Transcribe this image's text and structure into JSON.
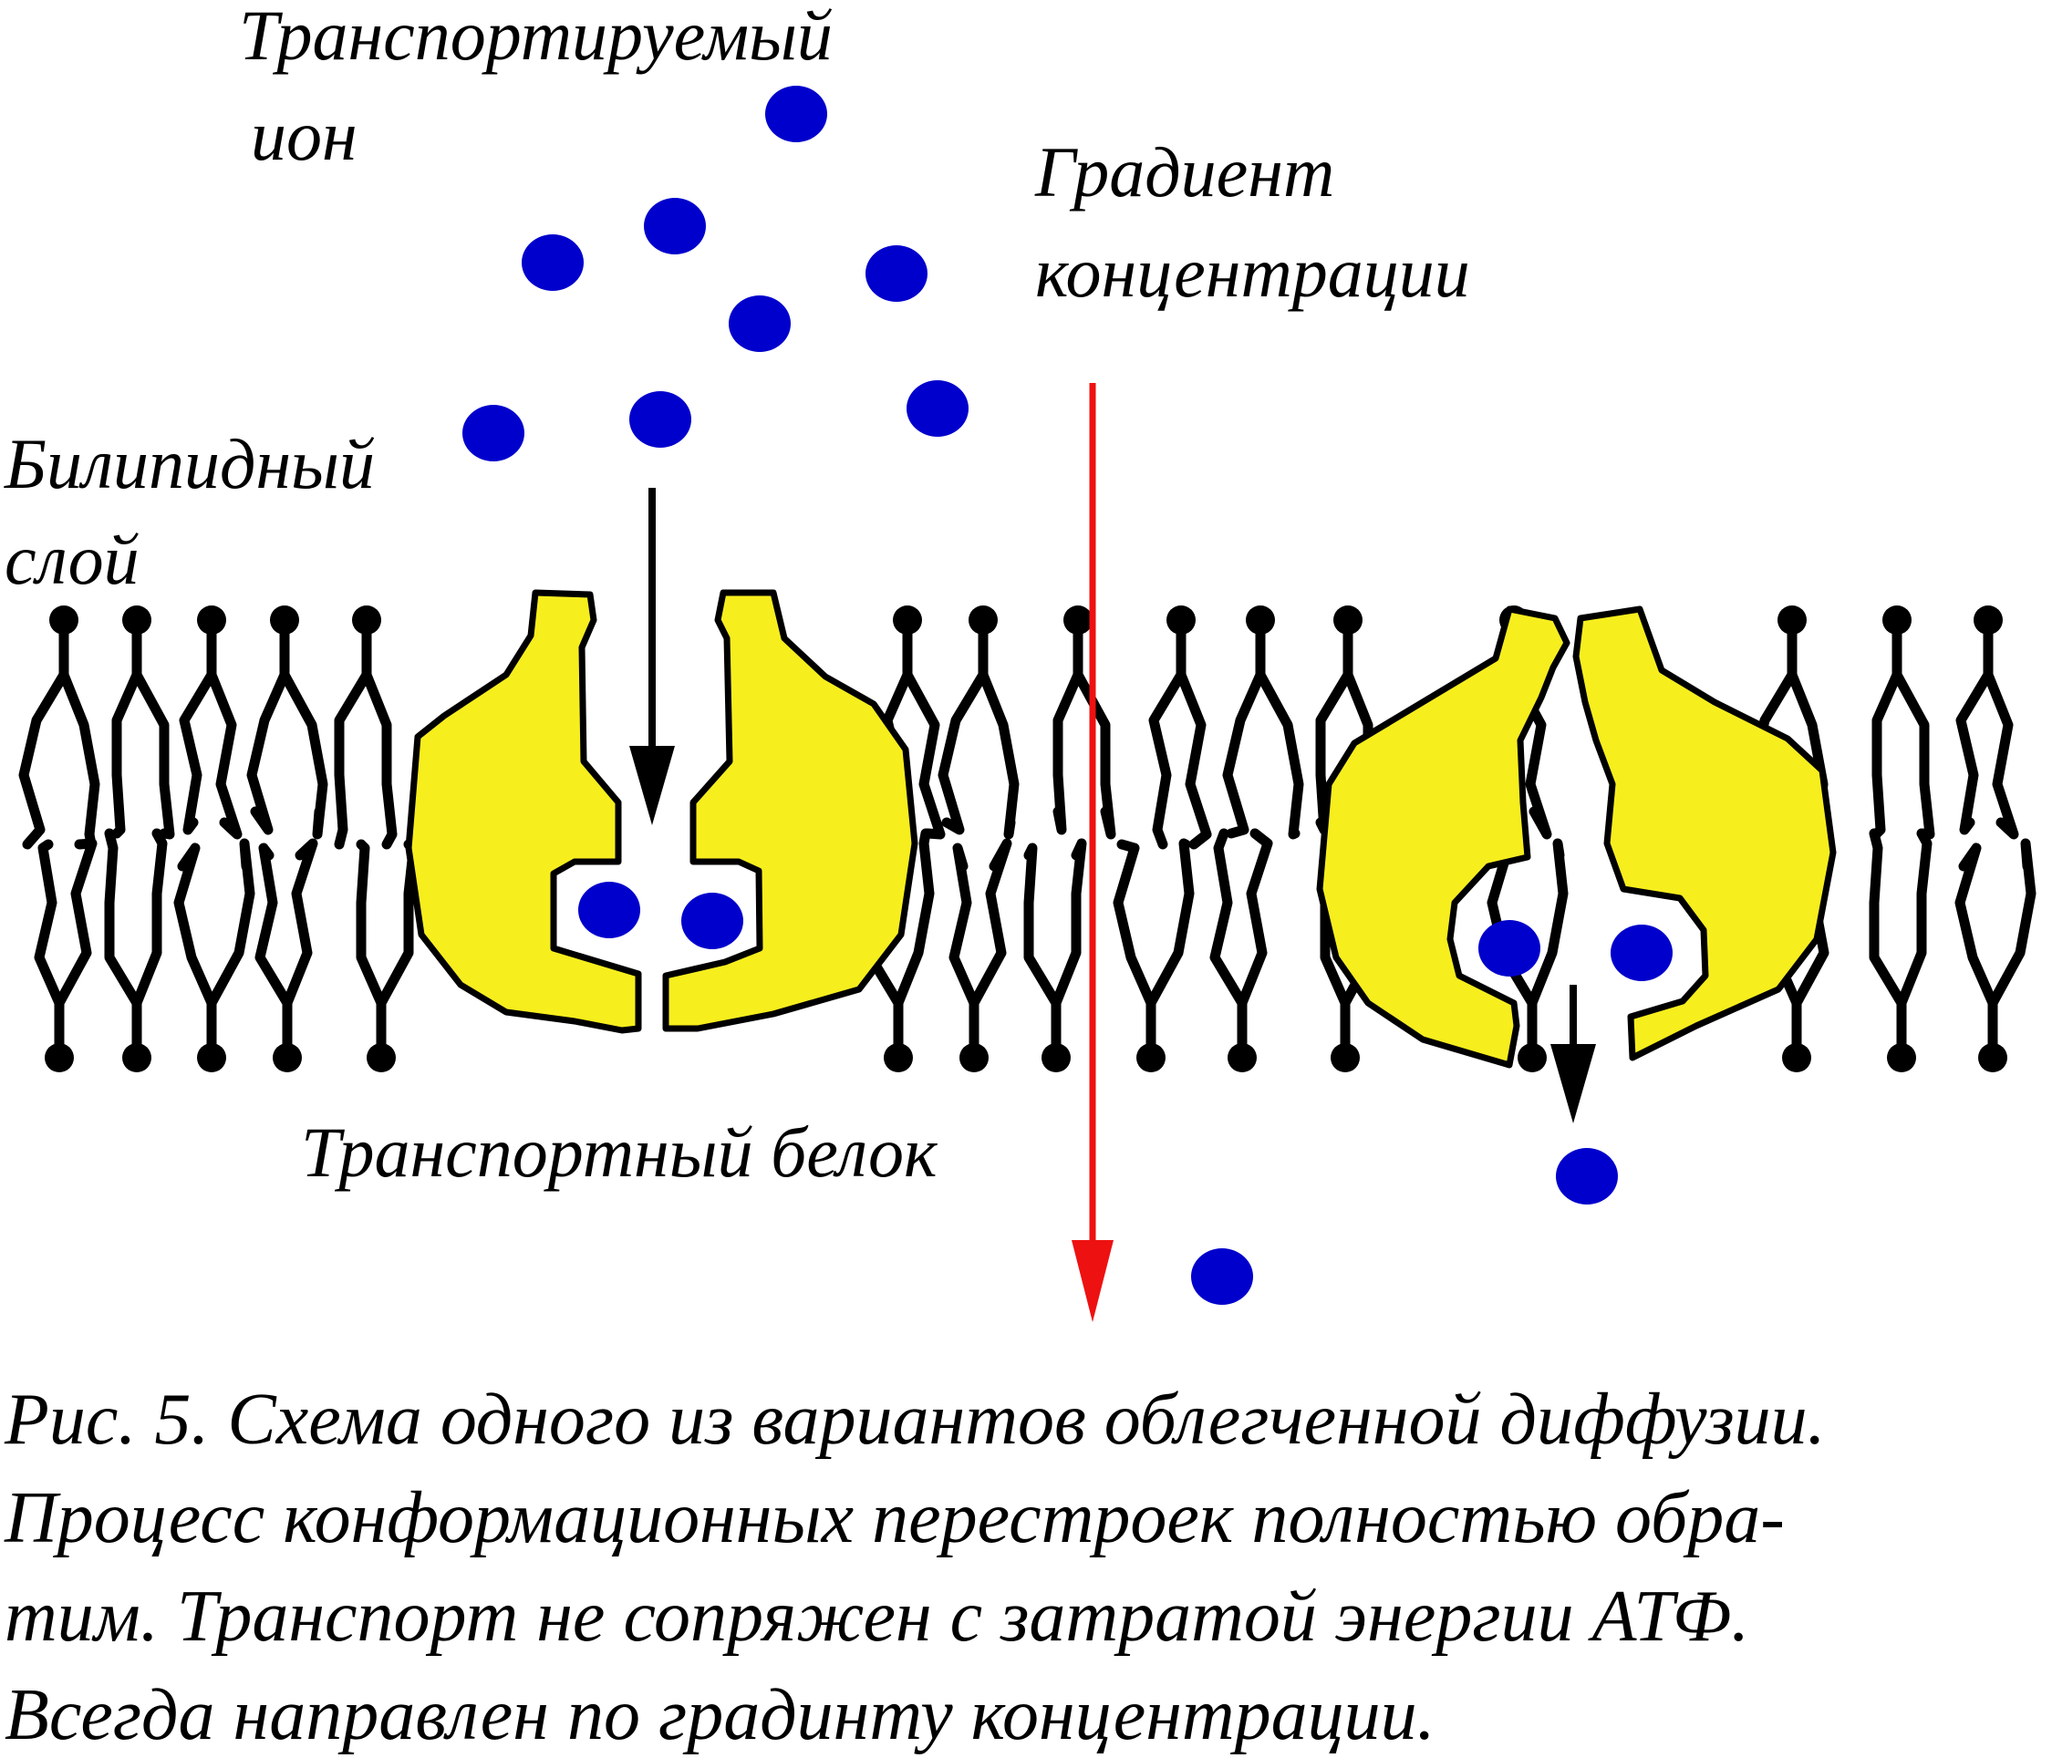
{
  "labels": {
    "transported_ion_line1": "Транспортируемый",
    "transported_ion_line2": "ион",
    "gradient_line1": "Градиент",
    "gradient_line2": "концентрации",
    "bilayer_line1": "Билипидный",
    "bilayer_line2": "слой",
    "transport_protein": "Транспортный белок"
  },
  "caption": {
    "line1": "Рис. 5. Схема одного из вариантов облегченной диффузии.",
    "line2": "Процесс конформационных перестроек полностью обра-",
    "line3": "тим. Транспорт не сопряжен с затратой энергии АТФ.",
    "line4": "Всегда направлен по градинту концентрации."
  },
  "colors": {
    "ion": "#0000CC",
    "protein_fill": "#F7EE1E",
    "gradient_arrow": "#EE1111",
    "outline": "#000000"
  }
}
